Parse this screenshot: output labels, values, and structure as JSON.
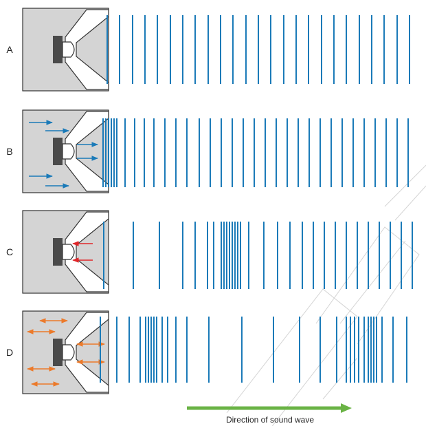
{
  "rows": [
    {
      "label": "A",
      "arrows": "none"
    },
    {
      "label": "B",
      "arrows": "push"
    },
    {
      "label": "C",
      "arrows": "pull"
    },
    {
      "label": "D",
      "arrows": "vibrate"
    }
  ],
  "caption": "Direction of sound wave",
  "colors": {
    "wave_line": "#1a7ab8",
    "speaker_fill": "#d4d4d4",
    "speaker_stroke": "#333333",
    "magnet": "#4a4a4a",
    "push_arrow": "#1a7ab8",
    "pull_arrow": "#e0262a",
    "vibrate_arrow": "#ec7a2a",
    "direction_arrow": "#6ab345",
    "watermark": "#b8b8b8"
  }
}
